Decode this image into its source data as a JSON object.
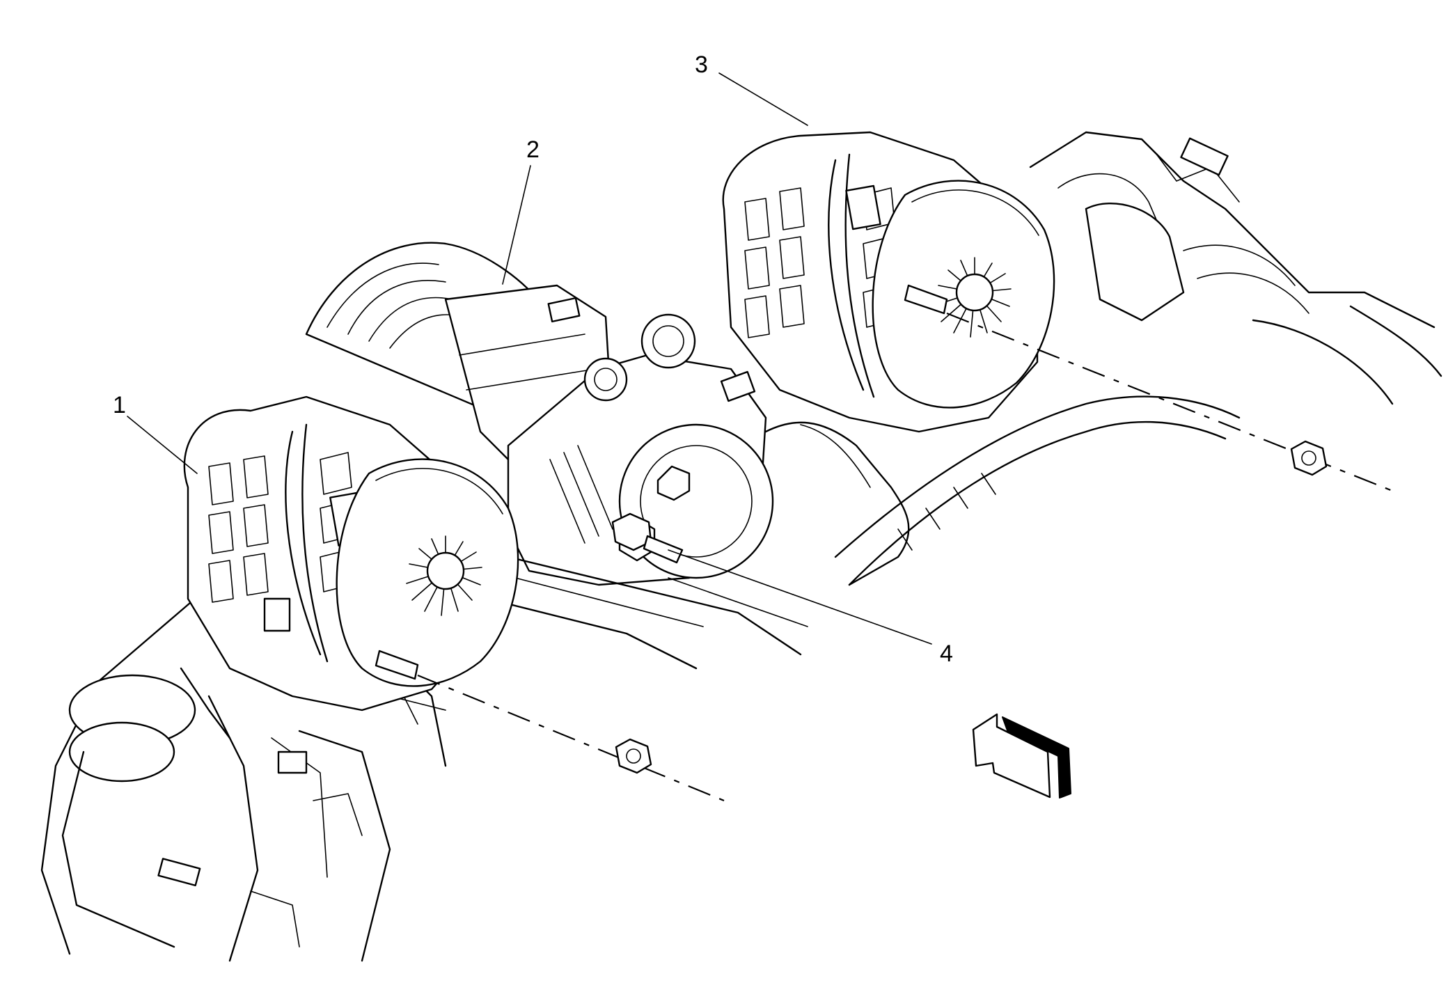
{
  "callouts": [
    {
      "id": "1",
      "label": "1"
    },
    {
      "id": "2",
      "label": "2"
    },
    {
      "id": "3",
      "label": "3"
    },
    {
      "id": "4",
      "label": "4"
    }
  ],
  "icons": {
    "view_direction": "view-direction-arrow-icon"
  }
}
